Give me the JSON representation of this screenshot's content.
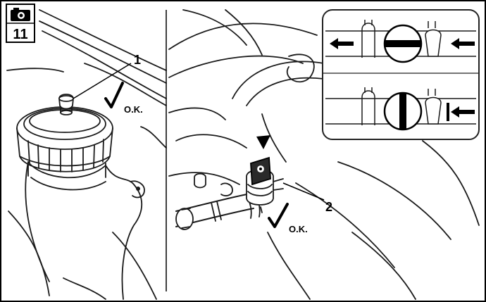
{
  "figure": {
    "number": "11",
    "icon": "camera-icon"
  },
  "callouts": {
    "label_1": "1",
    "label_2": "2"
  },
  "checks": {
    "ok_left": "O.K.",
    "ok_right": "O.K."
  },
  "inset": {
    "top_row": "open-position",
    "bottom_row": "closed-position"
  },
  "colors": {
    "line": "#1a1a1a",
    "background": "#ffffff",
    "inset_border": "#222222"
  }
}
